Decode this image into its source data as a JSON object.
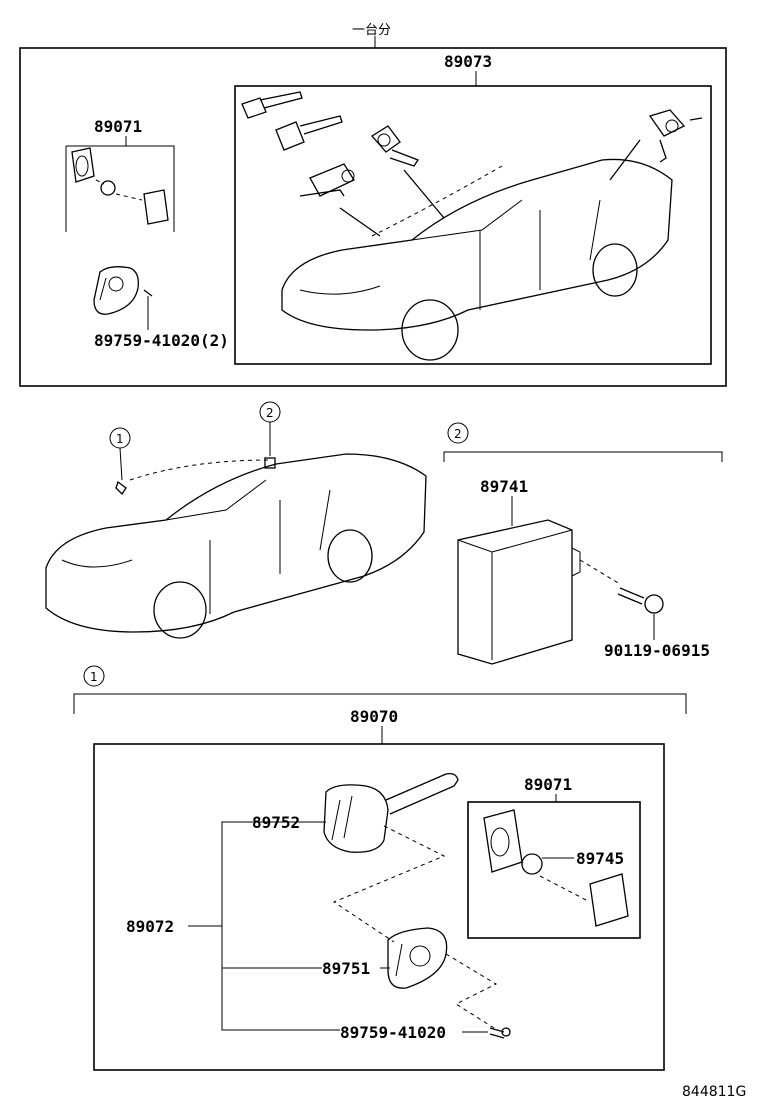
{
  "diagram": {
    "top_header": "一台分",
    "set_label": "89073",
    "top_keyset_label": "89071",
    "top_screw_label": "89759-41020(2)",
    "callout_1": "1",
    "callout_2": "2",
    "ecu_label": "89741",
    "bolt_label": "90119-06915",
    "key_assy_label": "89070",
    "inner_keyset_label": "89071",
    "blank_key_label": "89752",
    "key_label": "89072",
    "transmitter_label": "89751",
    "battery_label": "89745",
    "screw_label": "89759-41020",
    "figure_code": "844811G"
  }
}
